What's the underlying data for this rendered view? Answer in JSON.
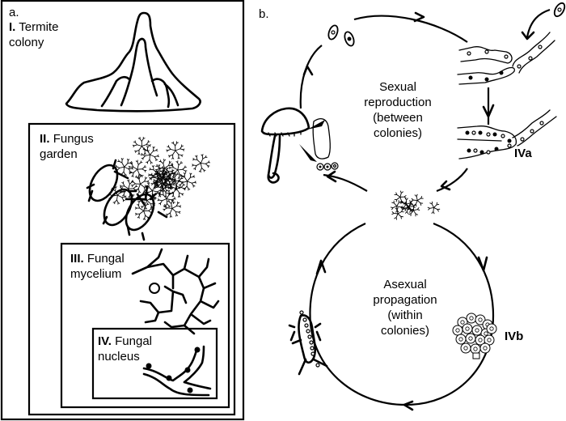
{
  "panel_a": {
    "label": "a.",
    "levels": [
      {
        "numeral": "I.",
        "line1": "Termite",
        "line2": "colony"
      },
      {
        "numeral": "II.",
        "line1": "Fungus",
        "line2": "garden"
      },
      {
        "numeral": "III.",
        "line1": "Fungal",
        "line2": "mycelium"
      },
      {
        "numeral": "IV.",
        "line1": "Fungal",
        "line2": "nucleus"
      }
    ]
  },
  "panel_b": {
    "label": "b.",
    "sexual_cycle": {
      "lines": [
        "Sexual",
        "reproduction",
        "(between",
        "colonies)"
      ],
      "stage_label": "IVa"
    },
    "asexual_cycle": {
      "lines": [
        "Asexual",
        "propagation",
        "(within",
        "colonies)"
      ],
      "stage_label": "IVb"
    }
  }
}
